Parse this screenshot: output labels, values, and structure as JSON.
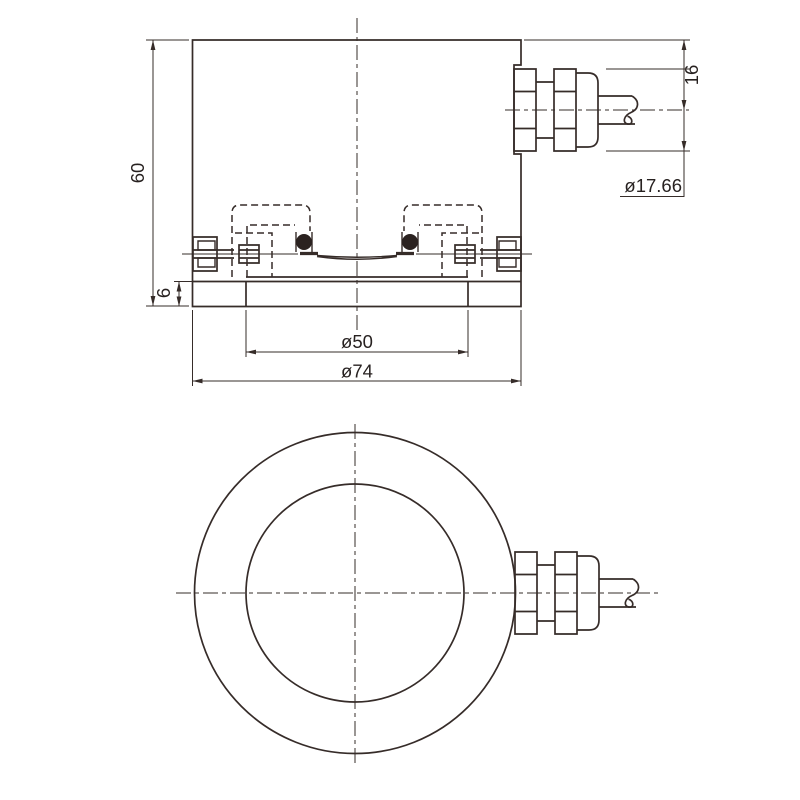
{
  "drawing_labels": {
    "height": "60",
    "base_thickness": "6",
    "inner_diameter": "ø50",
    "outer_diameter": "ø74",
    "cable_center_offset": "16",
    "gland_diameter": "ø17.66"
  },
  "colors": {
    "background": "#ffffff",
    "line": "#362c29",
    "text": "#272120",
    "o_ring_fill": "#2b2220"
  }
}
